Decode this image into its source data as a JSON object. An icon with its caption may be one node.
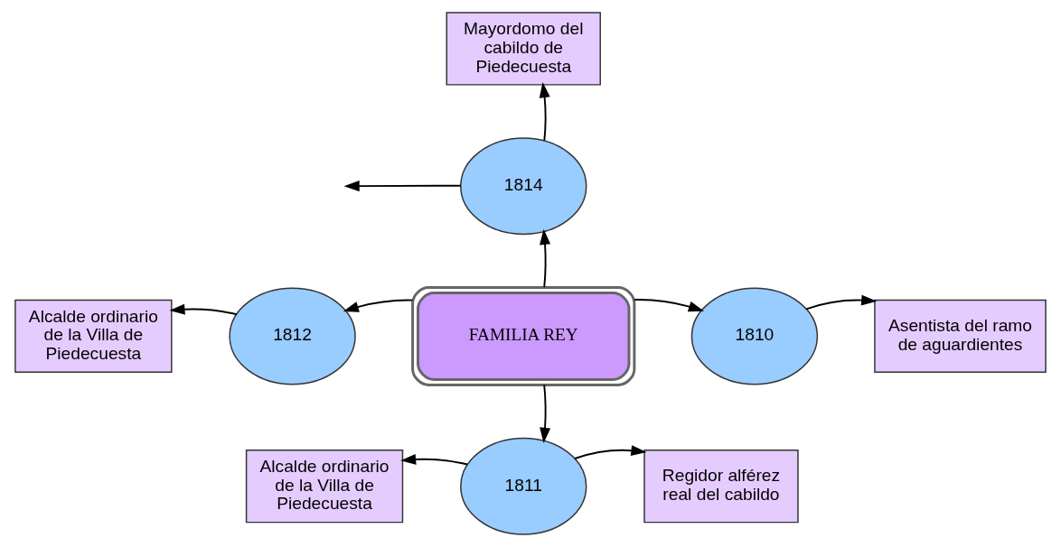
{
  "diagram": {
    "nodes": [
      {
        "text": [
          "Mayordomo del cabildo de Piedecuesta"
        ]
      },
      {
        "text": [
          "1814"
        ]
      },
      {
        "text": [
          "Alcalde ordinario de la Villa de Piedecuesta"
        ]
      },
      {
        "text": [
          "1812"
        ]
      },
      {
        "text": [
          "FAMILIA REY"
        ]
      },
      {
        "text": [
          "1810"
        ]
      },
      {
        "text": [
          "Asentista del ramo de aguardientes"
        ]
      },
      {
        "text": [
          "Alcalde ordinario de la Villa de Piedecuesta"
        ]
      },
      {
        "text": [
          "1811"
        ]
      },
      {
        "text": [
          "Regidor alférez real del cabildo"
        ]
      }
    ],
    "edges": [
      {
        "from": 4,
        "to": 1,
        "arrow": "to"
      },
      {
        "from": 1,
        "to": 0,
        "arrow": "to"
      },
      {
        "from": 1,
        "to": null,
        "arrow": "to"
      },
      {
        "from": 4,
        "to": 3,
        "arrow": "to"
      },
      {
        "from": 3,
        "to": 2,
        "arrow": "to"
      },
      {
        "from": 4,
        "to": 5,
        "arrow": "to"
      },
      {
        "from": 5,
        "to": 6,
        "arrow": "to"
      },
      {
        "from": 4,
        "to": 8,
        "arrow": "to"
      },
      {
        "from": 8,
        "to": 7,
        "arrow": "to"
      },
      {
        "from": 8,
        "to": 9,
        "arrow": "to"
      }
    ]
  }
}
